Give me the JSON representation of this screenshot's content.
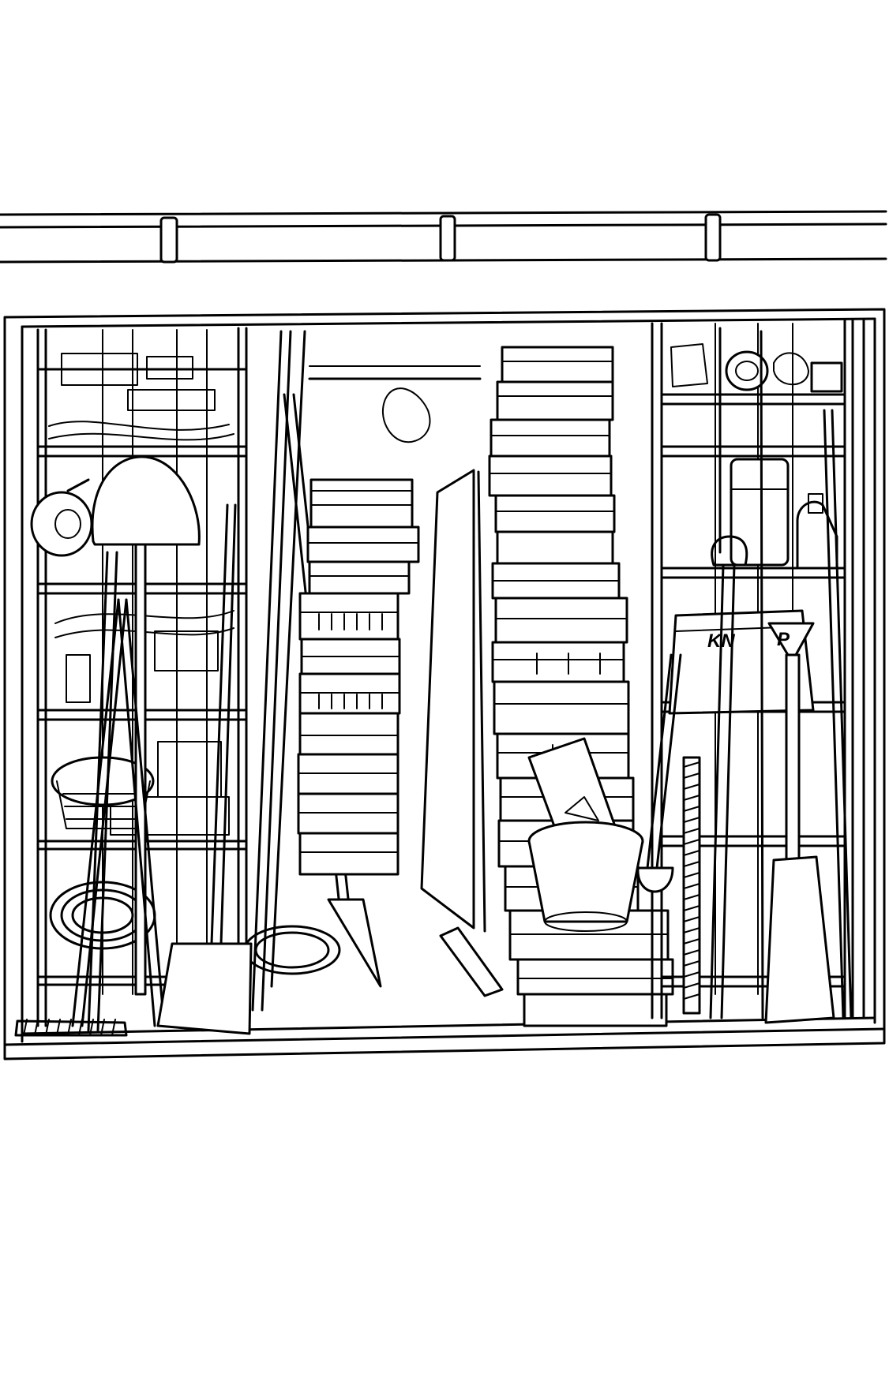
{
  "illustration": {
    "style": "black line art on white background",
    "ink_color": "#000000",
    "paper_color": "#ffffff"
  },
  "visible_lettering": {
    "container_label": "KN",
    "pallet_marking": "P"
  }
}
